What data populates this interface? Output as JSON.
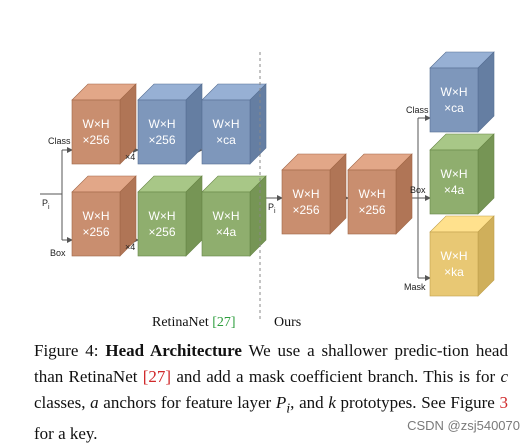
{
  "figure": {
    "left_section": {
      "caption_text": "RetinaNet ",
      "caption_ref": "[27]",
      "input_label": "P",
      "input_subscript": "i",
      "branch_labels": [
        "Class",
        "Box"
      ],
      "repeat_marks": [
        "×4",
        "×4"
      ],
      "blocks": [
        {
          "line1": "W×H",
          "line2": "×256",
          "color": "#c98e6f"
        },
        {
          "line1": "W×H",
          "line2": "×256",
          "color": "#7e97bb"
        },
        {
          "line1": "W×H",
          "line2": "×ca",
          "color": "#7e97bb"
        },
        {
          "line1": "W×H",
          "line2": "×256",
          "color": "#c98e6f"
        },
        {
          "line1": "W×H",
          "line2": "×256",
          "color": "#8fae6e"
        },
        {
          "line1": "W×H",
          "line2": "×4a",
          "color": "#8fae6e"
        }
      ]
    },
    "right_section": {
      "caption_text": "Ours",
      "input_label": "P",
      "input_subscript": "i",
      "branch_labels": [
        "Class",
        "Box",
        "Mask"
      ],
      "blocks": [
        {
          "line1": "W×H",
          "line2": "×256",
          "color": "#c98e6f"
        },
        {
          "line1": "W×H",
          "line2": "×256",
          "color": "#c98e6f"
        },
        {
          "line1": "W×H",
          "line2": "×ca",
          "color": "#7e97bb"
        },
        {
          "line1": "W×H",
          "line2": "×4a",
          "color": "#8fae6e"
        },
        {
          "line1": "W×H",
          "line2": "×ka",
          "color": "#e8c874"
        }
      ]
    }
  },
  "caption": {
    "fig_label": "Figure 4: ",
    "title": "Head Architecture",
    "text1": "  We use a shallower predic-tion head than RetinaNet ",
    "ref1": "[27]",
    "text2": " and add a mask coefficient branch. This is for ",
    "var_c": "c",
    "text3": " classes, ",
    "var_a": "a",
    "text4": " anchors for feature layer ",
    "var_p": "P",
    "var_p_sub": "i",
    "text5": ", and ",
    "var_k": "k",
    "text6": " prototypes. See Figure ",
    "ref2": "3",
    "text7": " for a key."
  },
  "watermark": "CSDN @zsj540070"
}
